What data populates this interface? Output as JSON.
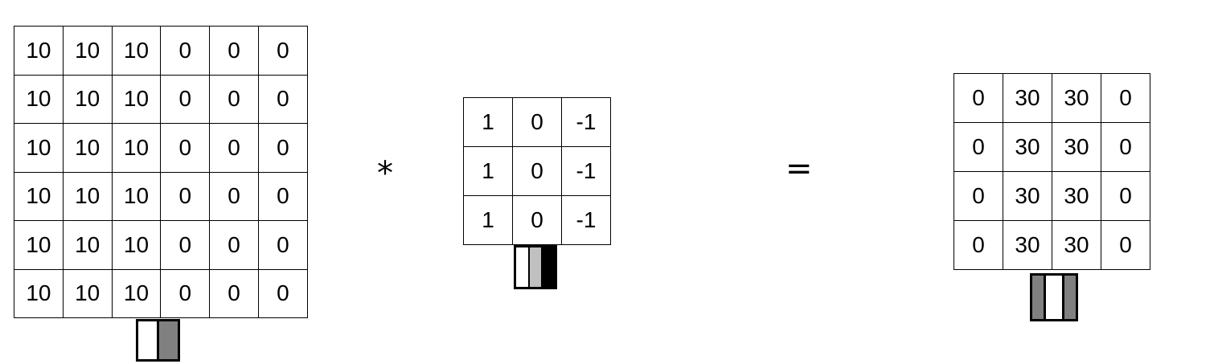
{
  "input": {
    "rows": [
      [
        "10",
        "10",
        "10",
        "0",
        "0",
        "0"
      ],
      [
        "10",
        "10",
        "10",
        "0",
        "0",
        "0"
      ],
      [
        "10",
        "10",
        "10",
        "0",
        "0",
        "0"
      ],
      [
        "10",
        "10",
        "10",
        "0",
        "0",
        "0"
      ],
      [
        "10",
        "10",
        "10",
        "0",
        "0",
        "0"
      ],
      [
        "10",
        "10",
        "10",
        "0",
        "0",
        "0"
      ]
    ],
    "swatch_colors": [
      "#ffffff",
      "#808080"
    ]
  },
  "operator_conv": "*",
  "kernel": {
    "rows": [
      [
        "1",
        "0",
        "-1"
      ],
      [
        "1",
        "0",
        "-1"
      ],
      [
        "1",
        "0",
        "-1"
      ]
    ],
    "swatch_colors": [
      "#ffffff",
      "#c0c0c0",
      "#000000"
    ]
  },
  "operator_equals": "=",
  "output": {
    "rows": [
      [
        "0",
        "30",
        "30",
        "0"
      ],
      [
        "0",
        "30",
        "30",
        "0"
      ],
      [
        "0",
        "30",
        "30",
        "0"
      ],
      [
        "0",
        "30",
        "30",
        "0"
      ]
    ],
    "swatch_colors": [
      "#808080",
      "#ffffff",
      "#808080"
    ]
  }
}
